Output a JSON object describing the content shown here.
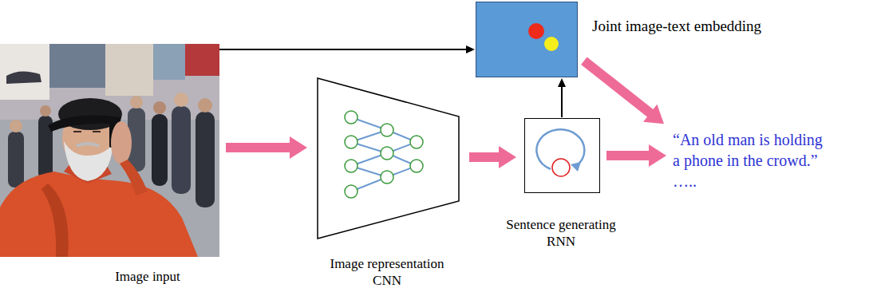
{
  "diagram": {
    "nodes": [
      {
        "text": [
          "Image input"
        ]
      },
      {
        "text": [
          "Image representation CNN"
        ]
      },
      {
        "text": [
          "Sentence generating RNN"
        ]
      },
      {
        "text": [
          "Joint image-text embedding"
        ]
      },
      {
        "text": [
          "“An old man is holding a phone in the crowd.”",
          "….."
        ]
      }
    ],
    "edges": [
      {
        "from": 0,
        "to": 1,
        "arrow": "to"
      },
      {
        "from": 1,
        "to": 2,
        "arrow": "to"
      },
      {
        "from": 2,
        "to": 4,
        "arrow": "to"
      },
      {
        "from": 0,
        "to": 3,
        "arrow": "to"
      },
      {
        "from": 2,
        "to": 3,
        "arrow": "to"
      },
      {
        "from": 3,
        "to": 4,
        "arrow": "to"
      }
    ]
  }
}
